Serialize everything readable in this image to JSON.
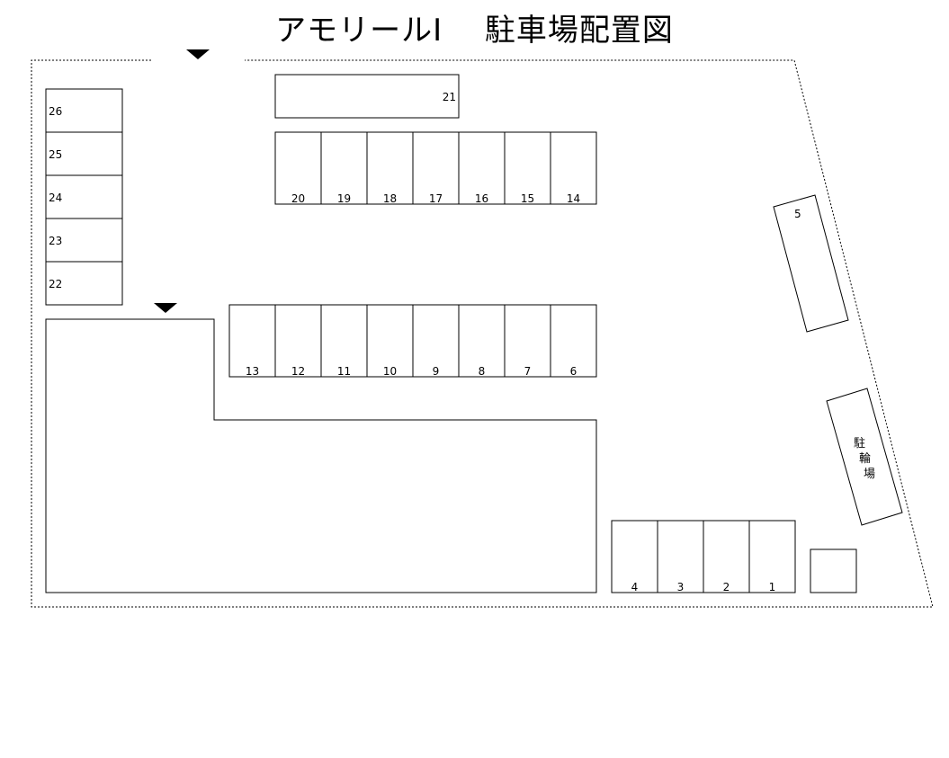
{
  "title": "アモリールⅠ　 駐車場配置図",
  "left_column_slots": [
    "26",
    "25",
    "24",
    "23",
    "22"
  ],
  "top_row_slot": "21",
  "upper_row_slots": [
    "20",
    "19",
    "18",
    "17",
    "16",
    "15",
    "14"
  ],
  "middle_row_slots": [
    "13",
    "12",
    "11",
    "10",
    "9",
    "8",
    "7",
    "6"
  ],
  "bottom_row_slots": [
    "4",
    "3",
    "2",
    "1"
  ],
  "slanted_slot": "5",
  "bicycle_parking_chars": [
    "駐",
    "輪",
    "場"
  ]
}
